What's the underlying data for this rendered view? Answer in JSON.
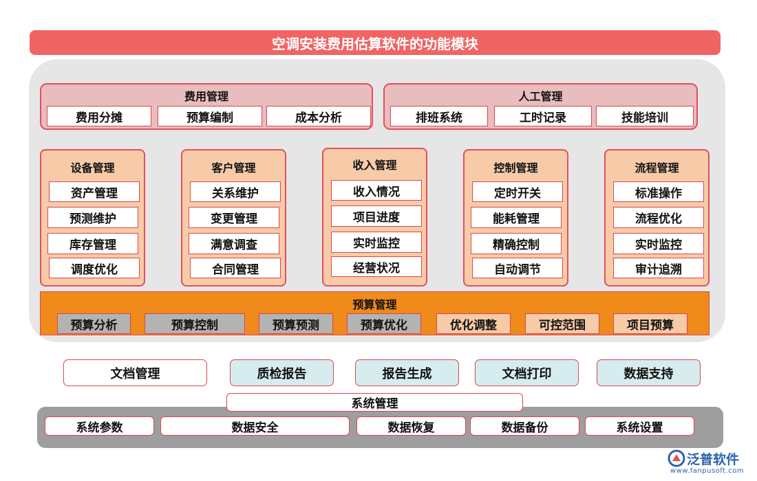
{
  "title": "空调安装费用估算软件的功能模块",
  "fee_group": {
    "title": "费用管理",
    "items": [
      "费用分摊",
      "预算编制",
      "成本分析"
    ]
  },
  "labor_group": {
    "title": "人工管理",
    "items": [
      "排班系统",
      "工时记录",
      "技能培训"
    ]
  },
  "modules": [
    {
      "title": "设备管理",
      "items": [
        "资产管理",
        "预测维护",
        "库存管理",
        "调度优化"
      ]
    },
    {
      "title": "客户管理",
      "items": [
        "关系维护",
        "变更管理",
        "满意调查",
        "合同管理"
      ]
    },
    {
      "title": "收入管理",
      "items": [
        "收入情况",
        "项目进度",
        "实时监控",
        "经营状况"
      ]
    },
    {
      "title": "控制管理",
      "items": [
        "定时开关",
        "能耗管理",
        "精确控制",
        "自动调节"
      ]
    },
    {
      "title": "流程管理",
      "items": [
        "标准操作",
        "流程优化",
        "实时监控",
        "审计追溯"
      ]
    }
  ],
  "budget": {
    "title": "预算管理",
    "items": [
      "预算分析",
      "预算控制",
      "预算预测",
      "预算优化",
      "优化调整",
      "可控范围",
      "项目预算"
    ]
  },
  "docs": [
    "文档管理",
    "质检报告",
    "报告生成",
    "文档打印",
    "数据支持"
  ],
  "system": {
    "title": "系统管理",
    "items": [
      "系统参数",
      "数据安全",
      "数据恢复",
      "数据备份",
      "系统设置"
    ]
  },
  "logo": {
    "name": "泛普软件",
    "url": "www.fanpusoft.com"
  },
  "colors": {
    "title_bar": "#f06464",
    "group_fill": "#e9bcbe",
    "module_fill": "#f7cba8",
    "budget_fill": "#f08a1a",
    "border": "#d9464e",
    "doc_teal": "#d7ecee",
    "logo_blue": "#2a63b0"
  }
}
